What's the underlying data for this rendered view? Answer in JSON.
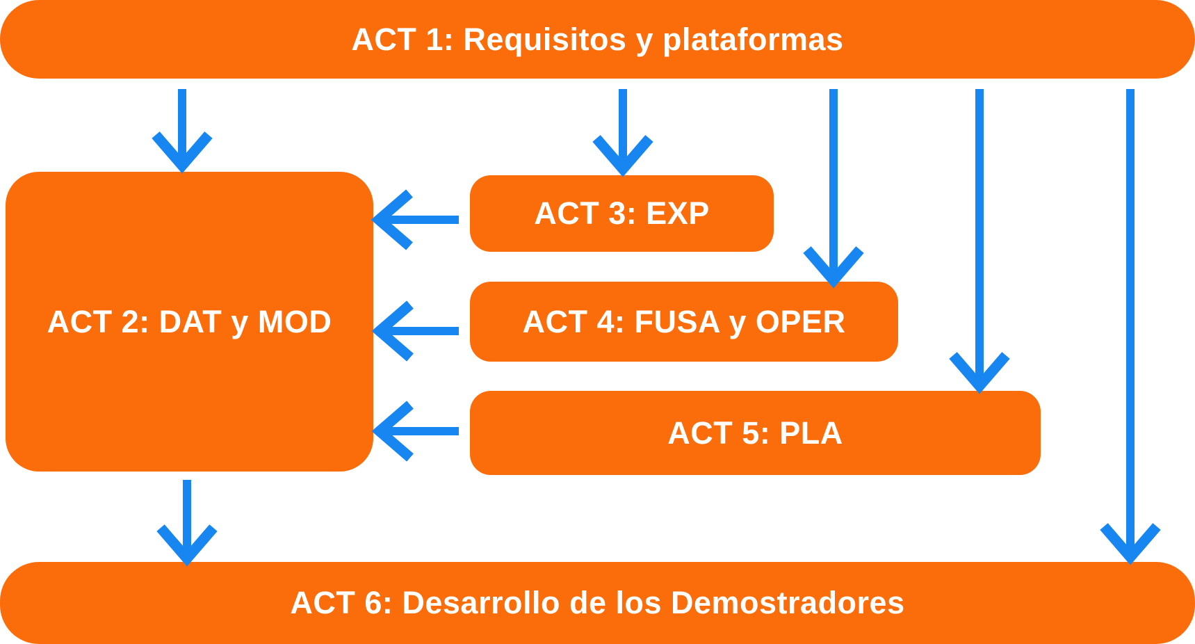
{
  "diagram": {
    "nodes": [
      {
        "id": "act1",
        "label": "ACT 1: Requisitos y plataformas"
      },
      {
        "id": "act2",
        "label": "ACT 2: DAT y MOD"
      },
      {
        "id": "act3",
        "label": "ACT 3: EXP"
      },
      {
        "id": "act4",
        "label": "ACT 4: FUSA y OPER"
      },
      {
        "id": "act5",
        "label": "ACT 5: PLA"
      },
      {
        "id": "act6",
        "label": "ACT 6: Desarrollo de los Demostradores"
      }
    ],
    "edges": [
      {
        "from": "act1",
        "to": "act2"
      },
      {
        "from": "act1",
        "to": "act3"
      },
      {
        "from": "act1",
        "to": "act4"
      },
      {
        "from": "act1",
        "to": "act5"
      },
      {
        "from": "act1",
        "to": "act6"
      },
      {
        "from": "act3",
        "to": "act2"
      },
      {
        "from": "act4",
        "to": "act2"
      },
      {
        "from": "act5",
        "to": "act2"
      },
      {
        "from": "act2",
        "to": "act6"
      }
    ],
    "colors": {
      "node_fill": "#FB6D0A",
      "node_text": "#FFFFFF",
      "arrow": "#1786F0",
      "background": "#FFFFFF"
    }
  }
}
